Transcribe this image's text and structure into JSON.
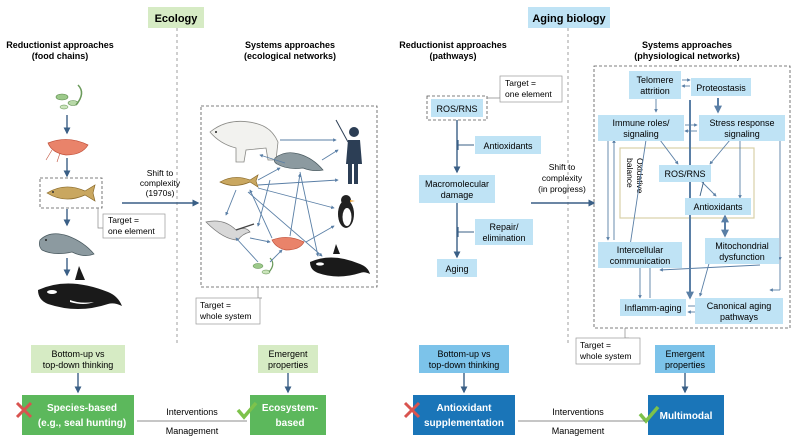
{
  "headers": {
    "ecology": "Ecology",
    "aging_biology": "Aging biology"
  },
  "ecology": {
    "reductionist": {
      "title": "Reductionist approaches",
      "subtitle": "(food chains)"
    },
    "systems": {
      "title": "Systems approaches",
      "subtitle": "(ecological networks)"
    },
    "shift": [
      "Shift to",
      "complexity",
      "(1970s)"
    ],
    "target_one": [
      "Target =",
      "one element"
    ],
    "target_whole": [
      "Target =",
      "whole system"
    ],
    "bottom_box": [
      "Bottom-up vs",
      "top-down thinking"
    ],
    "emergent_box": [
      "Emergent",
      "properties"
    ],
    "outcome_left": [
      "Species-based",
      "(e.g., seal hunting)"
    ],
    "outcome_right": [
      "Ecosystem-",
      "based"
    ]
  },
  "aging": {
    "reductionist": {
      "title": "Reductionist approaches",
      "subtitle": "(pathways)"
    },
    "systems": {
      "title": "Systems approaches",
      "subtitle": "(physiological networks)"
    },
    "shift": [
      "Shift to",
      "complexity",
      "(in progress)"
    ],
    "target_one": [
      "Target =",
      "one element"
    ],
    "target_whole": [
      "Target =",
      "whole system"
    ],
    "pathway": {
      "ros": "ROS/RNS",
      "antioxidants": "Antioxidants",
      "damage": [
        "Macromolecular",
        "damage"
      ],
      "repair": [
        "Repair/",
        "elimination"
      ],
      "aging": "Aging"
    },
    "network": {
      "telomere": [
        "Telomere",
        "attrition"
      ],
      "proteostasis": "Proteostasis",
      "immune": [
        "Immune roles/",
        "signaling"
      ],
      "stress": [
        "Stress response",
        "signaling"
      ],
      "ros": "ROS/RNS",
      "oxidative": [
        "Oxidative",
        "balance"
      ],
      "antioxidants": "Antioxidants",
      "mito": [
        "Mitochondrial",
        "dysfunction"
      ],
      "intercellular": [
        "Intercellular",
        "communication"
      ],
      "inflamm": "Inflamm-aging",
      "canonical": [
        "Canonical aging",
        "pathways"
      ]
    },
    "bottom_box": [
      "Bottom-up vs",
      "top-down thinking"
    ],
    "emergent_box": [
      "Emergent",
      "properties"
    ],
    "outcome_left": [
      "Antioxidant",
      "supplementation"
    ],
    "outcome_right": "Multimodal"
  },
  "interventions": "Interventions",
  "management": "Management",
  "colors": {
    "eco_light": "#d6ebc4",
    "eco_dark": "#5cb85c",
    "aging_light": "#bfe3f5",
    "aging_mid": "#7cc3ea",
    "aging_dark": "#1a75b8",
    "arrow": "#3a5f86",
    "cross": "#d9534f",
    "check": "#7dc24b"
  }
}
